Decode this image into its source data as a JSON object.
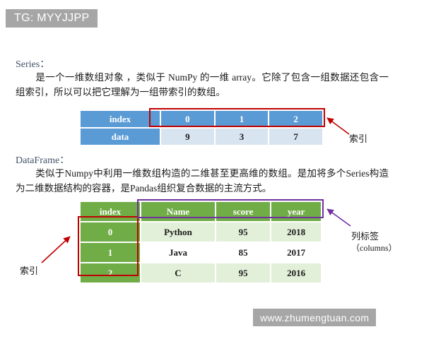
{
  "watermarks": {
    "top": "TG: MYYJJPP",
    "bottom": "www.zhumengtuan.com"
  },
  "sections": [
    {
      "title": "Series：",
      "body": "是一个一维数组对象 ，类似于 NumPy 的一维 array。它除了包含一组数据还包含一组索引，所以可以把它理解为一组带索引的数组。"
    },
    {
      "title": "DataFrame：",
      "body": "类似于Numpy中利用一维数组构造的二维甚至更高维的数组。是加将多个Series构造为二维数据结构的容器，是Pandas组织复合数据的主流方式。"
    }
  ],
  "series_table": {
    "index_label": "index",
    "data_label": "data",
    "index_values": [
      "0",
      "1",
      "2"
    ],
    "data_values": [
      "9",
      "3",
      "7"
    ]
  },
  "dataframe_table": {
    "index_header": "index",
    "columns": [
      "Name",
      "score",
      "year"
    ],
    "index_values": [
      "0",
      "1",
      "2"
    ],
    "rows": [
      [
        "Python",
        "95",
        "2018"
      ],
      [
        "Java",
        "85",
        "2017"
      ],
      [
        "C",
        "95",
        "2016"
      ]
    ]
  },
  "annotations": {
    "series_index": "索引",
    "dataframe_index": "索引",
    "dataframe_columns": "列标签",
    "dataframe_columns_sub": "（columns）"
  },
  "colors": {
    "series_header_blue": "#5b9bd5",
    "series_cell_blue": "#d9e4f1",
    "dataframe_green": "#70ad47",
    "dataframe_cell_green": "#e2efd9",
    "highlight_red": "#c00000",
    "highlight_purple": "#7030a0",
    "heading_blue": "#44546a",
    "watermark_gray": "#a6a6a6"
  }
}
